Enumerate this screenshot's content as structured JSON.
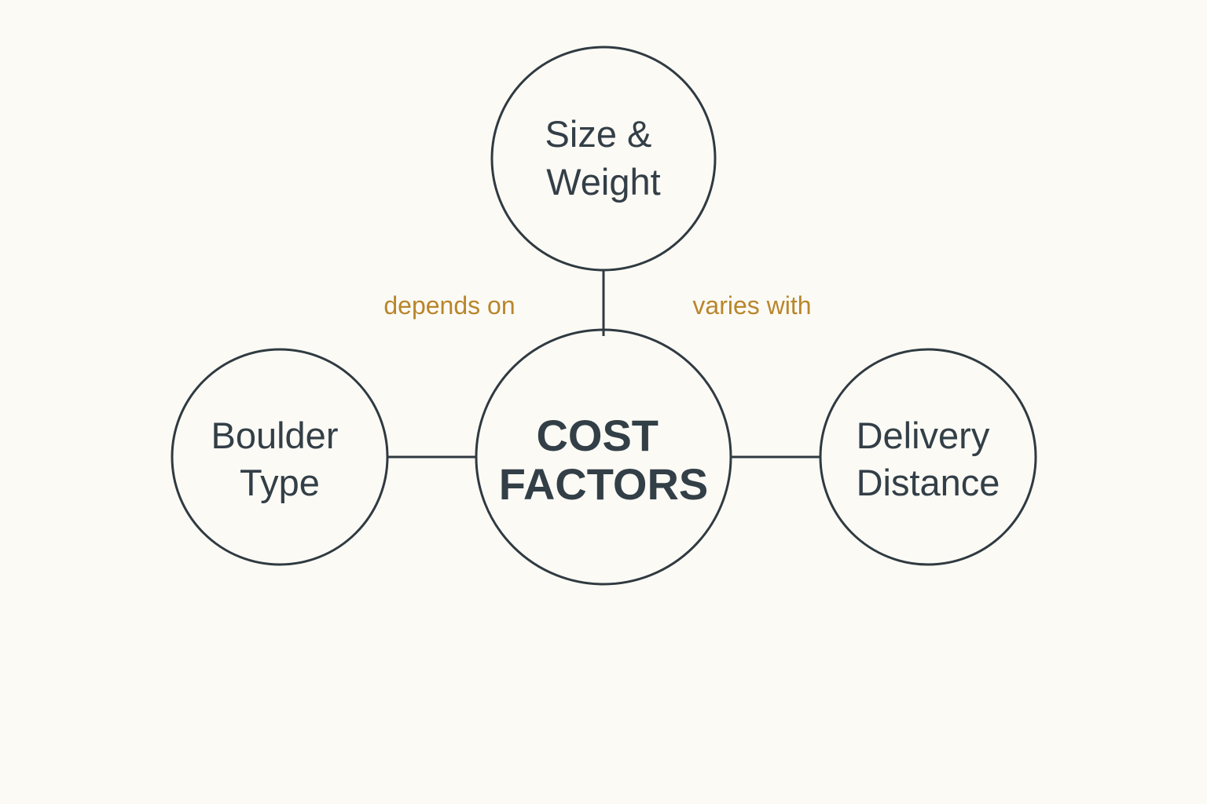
{
  "colors": {
    "background": "#fcfaf5",
    "stroke": "#2f3a41",
    "text": "#333f47",
    "accent": "#b8862a"
  },
  "nodes": {
    "top": {
      "lines": [
        "Size &",
        "Weight"
      ]
    },
    "left": {
      "lines": [
        "Boulder",
        "Type"
      ]
    },
    "center": {
      "lines": [
        "COST",
        "FACTORS"
      ]
    },
    "right": {
      "lines": [
        "Delivery",
        "Distance"
      ]
    }
  },
  "edge_labels": {
    "depends_on": "depends on",
    "varies_with": "varies with"
  }
}
